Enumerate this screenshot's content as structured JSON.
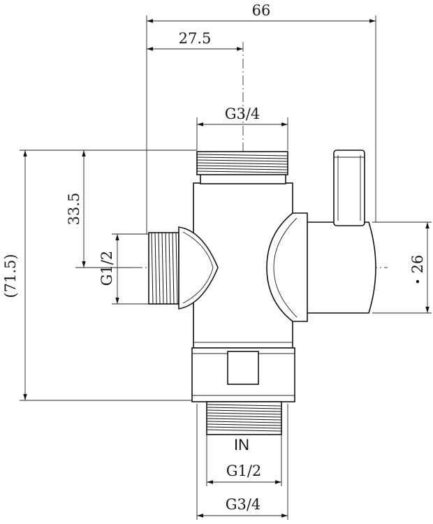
{
  "dimensions": {
    "overall_width": "66",
    "offset_width": "27.5",
    "top_thread": "G3/4",
    "side_height": "33.5",
    "side_thread": "G1/2",
    "overall_height": "(71.5)",
    "handle_diameter": "26",
    "inlet_thread_inner": "G1/2",
    "inlet_thread_outer": "G3/4"
  },
  "labels": {
    "inlet": "IN"
  }
}
